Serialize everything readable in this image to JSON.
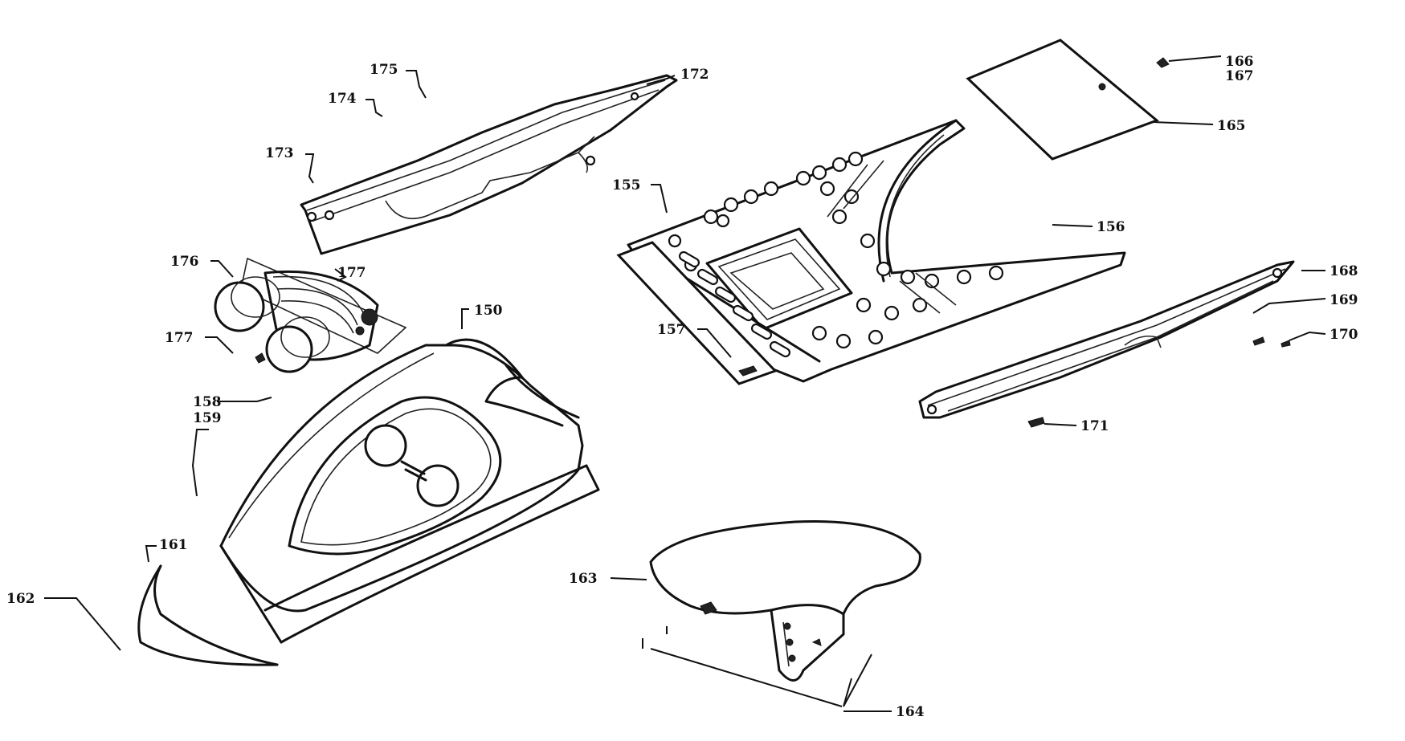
{
  "labels": {
    "l175": "175",
    "l174": "174",
    "l173": "173",
    "l172": "172",
    "l166": "166",
    "l167": "167",
    "l165": "165",
    "l155": "155",
    "l156": "156",
    "l157": "157",
    "l168": "168",
    "l169": "169",
    "l170": "170",
    "l171": "171",
    "l176": "176",
    "l177a": "177",
    "l177b": "177",
    "l150": "150",
    "l158": "158",
    "l159": "159",
    "l161": "161",
    "l162": "162",
    "l163": "163",
    "l164": "164"
  }
}
